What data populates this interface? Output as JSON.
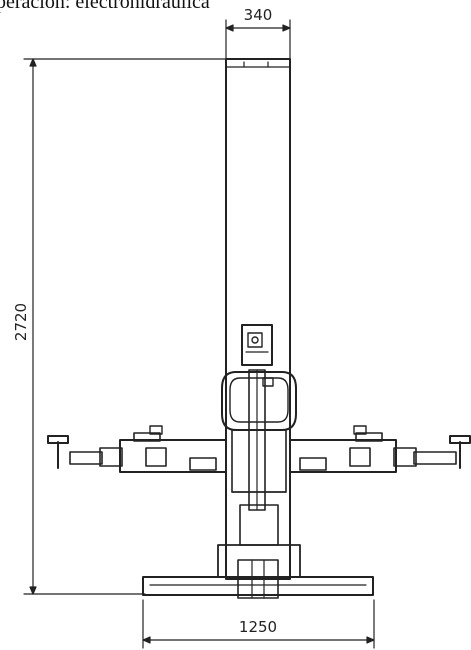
{
  "caption": "peración: electrohidráulica",
  "dimensions": {
    "column_width": "340",
    "total_height": "2720",
    "base_width": "1250"
  },
  "colors": {
    "line": "#222222",
    "background": "#ffffff"
  }
}
